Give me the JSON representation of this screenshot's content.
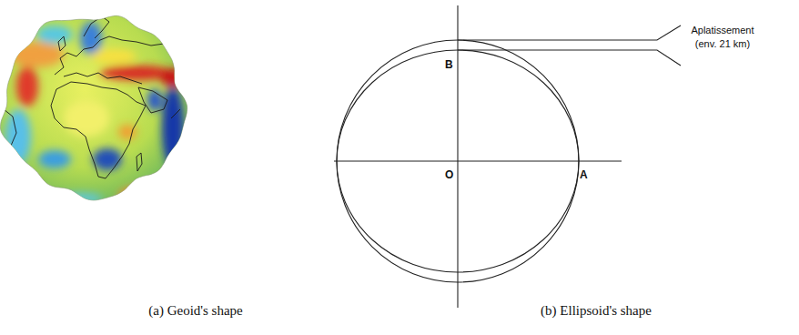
{
  "diagram": {
    "labels": [
      "B",
      "O",
      "A",
      "Aplatissement (env. 21 km)",
      "(a) Geoid's shape",
      "(b) Ellipsoid's shape"
    ]
  }
}
